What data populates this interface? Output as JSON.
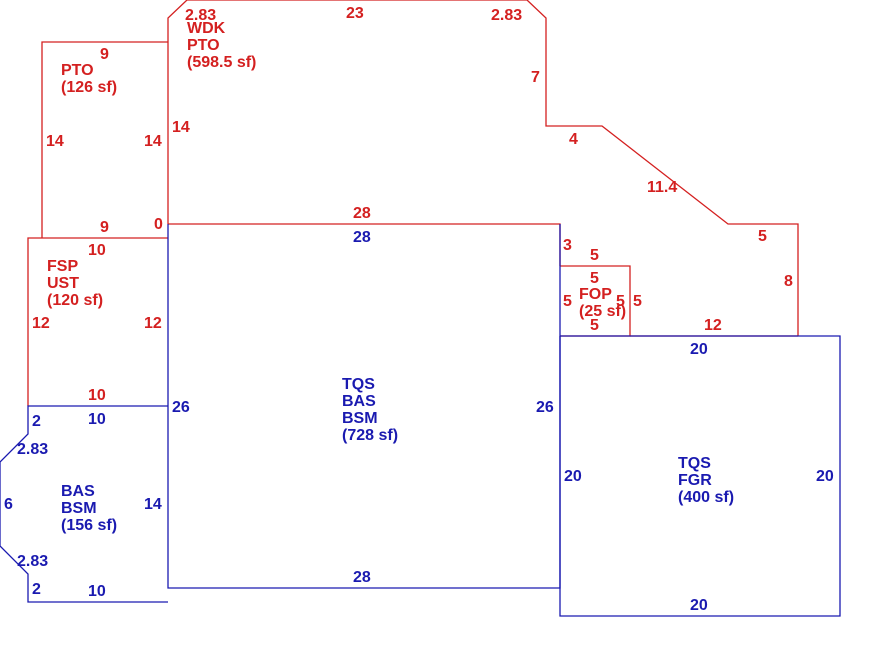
{
  "colors": {
    "exterior": "#d42020",
    "living": "#1a1ab0"
  },
  "areas": {
    "wdk": {
      "lines": [
        "WDK",
        "PTO",
        "(598.5 sf)"
      ]
    },
    "pto": {
      "lines": [
        "PTO",
        "(126 sf)"
      ]
    },
    "fsp": {
      "lines": [
        "FSP",
        "UST",
        "(120 sf)"
      ]
    },
    "fop": {
      "lines": [
        "FOP",
        "(25 sf)"
      ]
    },
    "main": {
      "lines": [
        "TQS",
        "BAS",
        "BSM",
        "(728 sf)"
      ]
    },
    "garage": {
      "lines": [
        "TQS",
        "FGR",
        "(400 sf)"
      ]
    },
    "basement": {
      "lines": [
        "BAS",
        "BSM",
        "(156 sf)"
      ]
    }
  },
  "dimensions": {
    "wdk_top": "23",
    "wdk_corner_left": "2.83",
    "wdk_corner_right": "2.83",
    "wdk_right": "7",
    "wdk_step": "4",
    "wdk_diagonal": "11.4",
    "wdk_lower_step": "5",
    "wdk_far_right": "8",
    "wdk_bottom_right": "12",
    "wdk_left": "14",
    "wdk_bottom_zero": "0",
    "wdk_bottom": "28",
    "wdk_small_right": "3",
    "pto_top": "9",
    "pto_left": "14",
    "pto_right": "14",
    "pto_bottom": "9",
    "fsp_top": "10",
    "fsp_left": "12",
    "fsp_right": "12",
    "fsp_bottom": "10",
    "fop_top_outer": "5",
    "fop_top": "5",
    "fop_left": "5",
    "fop_right": "5",
    "fop_right_outer": "5",
    "fop_bottom": "5",
    "main_top": "28",
    "main_left": "26",
    "main_right": "26",
    "main_bottom": "28",
    "garage_top": "20",
    "garage_left": "20",
    "garage_right": "20",
    "garage_bottom": "20",
    "bsm_top": "10",
    "bsm_top_left": "2",
    "bsm_upper_diag": "2.83",
    "bsm_left": "6",
    "bsm_lower_diag": "2.83",
    "bsm_bottom_left": "2",
    "bsm_bottom": "10",
    "bsm_right": "14"
  }
}
